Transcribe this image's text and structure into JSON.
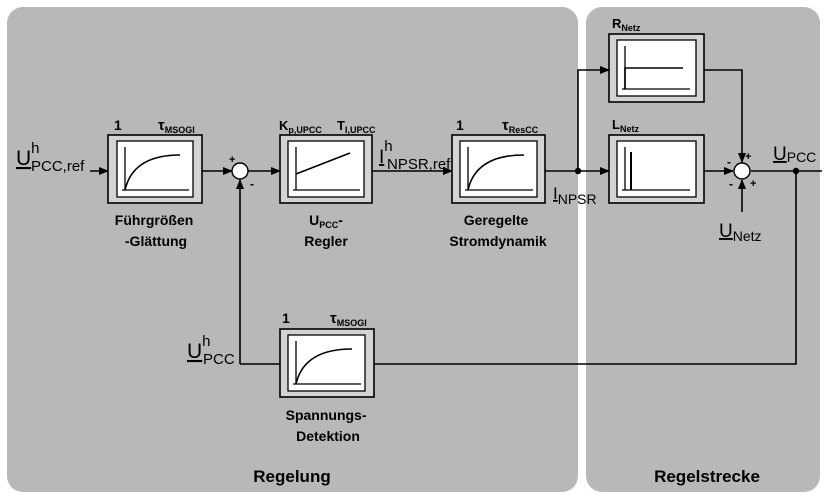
{
  "regions": {
    "left_label": "Regelung",
    "right_label": "Regelstrecke"
  },
  "signals": {
    "u_pcc_ref": {
      "base": "U",
      "sup": "h",
      "sub": "PCC,ref"
    },
    "i_npsr_ref": {
      "base": "I",
      "sup": "h",
      "sub": "NPSR,ref"
    },
    "i_npsr": {
      "base": "I",
      "sub": "NPSR"
    },
    "u_pcc_out": {
      "base": "U",
      "sub": "PCC"
    },
    "u_netz": {
      "base": "U",
      "sub": "Netz"
    },
    "u_pcc_fb": {
      "base": "U",
      "sup": "h",
      "sub": "PCC"
    }
  },
  "blocks": {
    "fuehrung": {
      "gain": "1",
      "tau": {
        "base": "τ",
        "sub": "MSOGI"
      },
      "caption": [
        "Führgrößen",
        "-Glättung"
      ]
    },
    "regler": {
      "kp": {
        "base": "K",
        "sub": "p,UPCC"
      },
      "ti": {
        "base": "T",
        "sub": "I,UPCC"
      },
      "caption_base": "U",
      "caption_sub": "PCC",
      "caption_tail": "-",
      "caption2": "Regler"
    },
    "strom": {
      "gain": "1",
      "tau": {
        "base": "τ",
        "sub": "ResCC"
      },
      "caption": [
        "Geregelte",
        "Stromdynamik"
      ]
    },
    "r_netz": {
      "label": {
        "base": "R",
        "sub": "Netz"
      }
    },
    "l_netz": {
      "label": {
        "base": "L",
        "sub": "Netz"
      }
    },
    "detektion": {
      "gain": "1",
      "tau": {
        "base": "τ",
        "sub": "MSOGI"
      },
      "caption": [
        "Spannungs-",
        "Detektion"
      ]
    }
  },
  "sum1_signs": {
    "top": "+",
    "bottom": "-"
  },
  "sum2_signs": {
    "left": "-",
    "top": "+",
    "left_bottom": "-",
    "bottom": "+"
  }
}
